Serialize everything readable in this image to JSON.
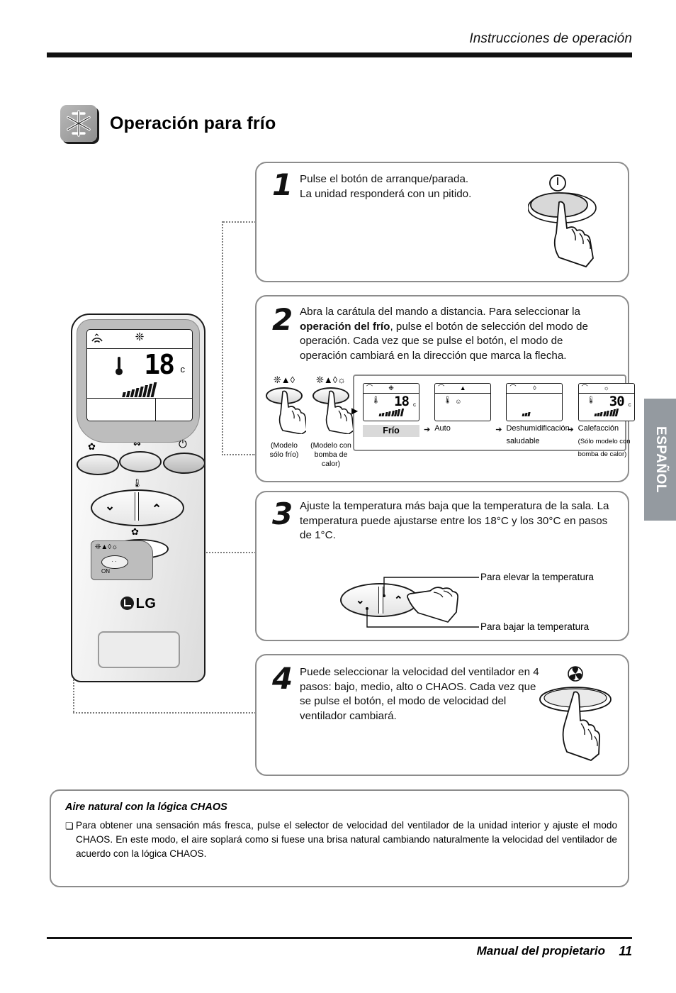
{
  "header": {
    "title": "Instrucciones de operación"
  },
  "section": {
    "title": "Operación para frío",
    "icon": "snowflake-icon"
  },
  "steps": [
    {
      "number": "1",
      "text": "Pulse el botón de arranque/parada.\nLa unidad responderá con un pitido.",
      "icon": "power-button-icon"
    },
    {
      "number": "2",
      "text_parts": [
        {
          "t": "Abra la carátula del mando a distancia. Para seleccionar la ",
          "bold": false
        },
        {
          "t": "operación del frío",
          "bold": true
        },
        {
          "t": ", pulse el botón de selección del modo de operación.  Cada vez que se pulse el botón, el modo de operación cambiará en la dirección que marca la flecha.",
          "bold": false
        }
      ]
    },
    {
      "number": "3",
      "text": "Ajuste la temperatura más baja que la temperatura de la sala. La temperatura puede ajustarse entre los 18°C y los 30°C en pasos de 1°C."
    },
    {
      "number": "4",
      "text": "Puede seleccionar la velocidad del ventilador en 4 pasos: bajo, medio, alto o CHAOS. Cada vez que se pulse el botón, el modo de velocidad del ventilador cambiará."
    }
  ],
  "mode_diagram": {
    "hands": [
      {
        "icons": "❊▲◊",
        "caption": "(Modelo\nsólo frío)"
      },
      {
        "icons": "❊▲◊☼",
        "caption": "(Modelo con\nbomba de calor)"
      }
    ],
    "panels": [
      {
        "label": "Frío",
        "sub": "",
        "active": true,
        "mode_icon": "❉",
        "temp": "18",
        "unit": "c",
        "has_temp": true,
        "has_bars": true,
        "bars": "full"
      },
      {
        "label": "Auto",
        "sub": "",
        "active": false,
        "mode_icon": "▲",
        "temp": "",
        "unit": "",
        "has_temp": false,
        "has_bars": false,
        "small_icon": "☺"
      },
      {
        "label": "Deshumidificación",
        "label2": "saludable",
        "sub": "",
        "active": false,
        "mode_icon": "◊",
        "temp": "",
        "unit": "",
        "has_temp": false,
        "has_bars": true,
        "bars": "tiny"
      },
      {
        "label": "Calefacción",
        "sub": "(Sólo modelo con\nbomba de calor)",
        "active": false,
        "mode_icon": "☼",
        "temp": "30",
        "unit": "c",
        "has_temp": true,
        "has_bars": true,
        "bars": "full"
      }
    ],
    "arrow": "➔"
  },
  "temp_controls": {
    "up_label": "Para elevar la temperatura",
    "down_label": "Para bajar la temperatura",
    "up_icon": "chevron-up-icon",
    "down_icon": "chevron-down-icon"
  },
  "remote": {
    "brand": "LG",
    "lcd": {
      "signal_icon": "signal-icon",
      "mode_icon": "❊",
      "thermometer_icon": "thermometer-icon",
      "temperature": "18",
      "unit": "c"
    },
    "mode_flap": {
      "icons": "❊▲◊☼",
      "button_dots": "··",
      "label": "ON"
    }
  },
  "language_tab": {
    "label": "ESPAÑOL"
  },
  "note": {
    "title": "Aire natural con la lógica CHAOS",
    "bullet": "❏",
    "body": "Para obtener una sensación más fresca, pulse el selector de velocidad del ventilador de la unidad interior y ajuste el modo CHAOS. En este modo, el aire soplará como si fuese una brisa natural cambiando naturalmente la velocidad del ventilador de acuerdo con la lógica CHAOS."
  },
  "footer": {
    "text": "Manual del propietario",
    "page": "11"
  },
  "colors": {
    "rule": "#111111",
    "card_border": "#8c8c8c",
    "tab_bg": "#949aa0",
    "active_label_bg": "#d9d9d9"
  }
}
